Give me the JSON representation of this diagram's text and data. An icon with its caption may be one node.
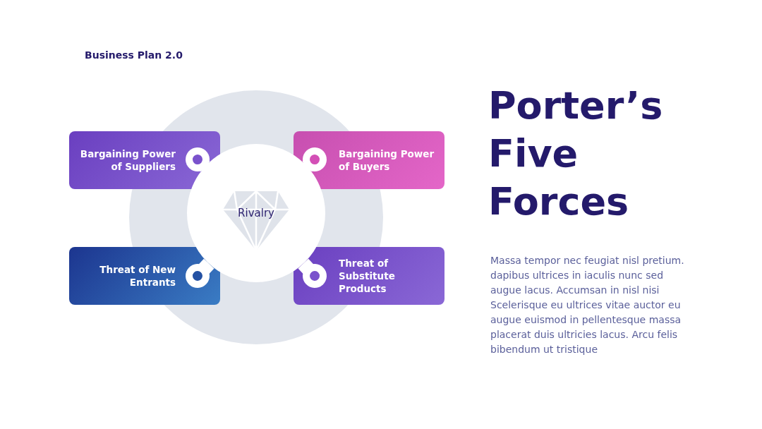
{
  "diagram": {
    "title": "Porter’s Five Forces",
    "nodes": [
      {
        "text": [
          "Bargaining Power of Suppliers"
        ]
      },
      {
        "text": [
          "Bargaining Power of Buyers"
        ]
      },
      {
        "text": [
          "Rivalry"
        ]
      },
      {
        "text": [
          "Threat of New Entrants"
        ]
      },
      {
        "text": [
          "Threat of Substitute Products"
        ]
      }
    ],
    "edges": [
      {
        "from": 2,
        "to": 0,
        "arrow": "other"
      },
      {
        "from": 2,
        "to": 1,
        "arrow": "other"
      },
      {
        "from": 2,
        "to": 3,
        "arrow": "other"
      },
      {
        "from": 2,
        "to": 4,
        "arrow": "other"
      }
    ],
    "labels": [
      "Business Plan 2.0",
      "Massa tempor nec feugiat nisl pretium. dapibus ultrices in iaculis nunc sed augue lacus. Accumsan in nisl nisi Scelerisque eu ultrices vitae auctor eu augue euismod in pellentesque massa placerat duis ultricies lacus. Arcu felis bibendum ut tristique"
    ]
  }
}
